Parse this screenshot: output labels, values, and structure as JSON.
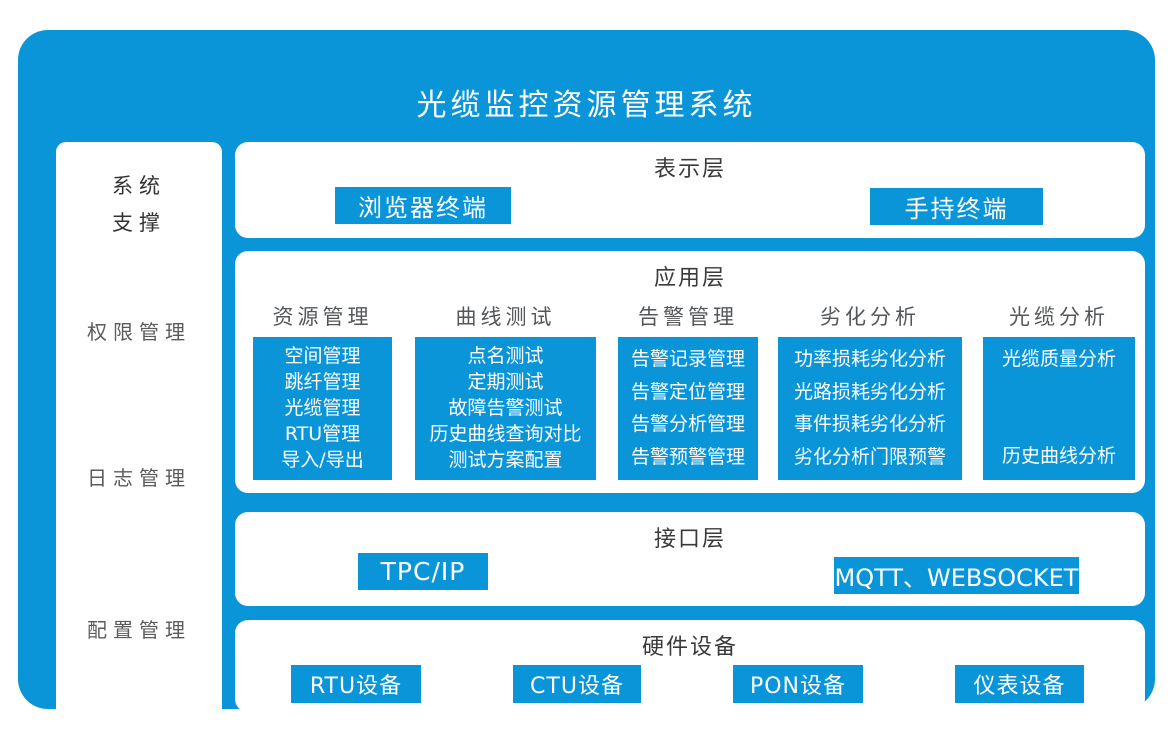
{
  "title": "光缆监控资源管理系统",
  "colors": {
    "accent": "#0a95d9",
    "panel_bg": "#ffffff",
    "title_text": "#ffffff",
    "dark_text": "#3a3a3a",
    "gray_text": "#5b5b5b"
  },
  "sidebar": {
    "heading": "系统\n支撑",
    "items": [
      {
        "label": "权限管理"
      },
      {
        "label": "日志管理"
      },
      {
        "label": "配置管理"
      }
    ]
  },
  "layers": {
    "presentation": {
      "title": "表示层",
      "buttons": [
        {
          "label": "浏览器终端"
        },
        {
          "label": "手持终端"
        }
      ]
    },
    "application": {
      "title": "应用层",
      "columns": [
        {
          "header": "资源管理",
          "items": [
            "空间管理",
            "跳纤管理",
            "光缆管理",
            "RTU管理",
            "导入/导出"
          ]
        },
        {
          "header": "曲线测试",
          "items": [
            "点名测试",
            "定期测试",
            "故障告警测试",
            "历史曲线查询对比",
            "测试方案配置"
          ]
        },
        {
          "header": "告警管理",
          "items": [
            "告警记录管理",
            "告警定位管理",
            "告警分析管理",
            "告警预警管理"
          ]
        },
        {
          "header": "劣化分析",
          "items": [
            "功率损耗劣化分析",
            "光路损耗劣化分析",
            "事件损耗劣化分析",
            "劣化分析门限预警"
          ]
        },
        {
          "header": "光缆分析",
          "items": [
            "光缆质量分析",
            "历史曲线分析"
          ]
        }
      ]
    },
    "interface": {
      "title": "接口层",
      "buttons": [
        {
          "label": "TPC/IP"
        },
        {
          "label": "MQTT、WEBSOCKET"
        }
      ]
    },
    "hardware": {
      "title": "硬件设备",
      "buttons": [
        {
          "label": "RTU设备"
        },
        {
          "label": "CTU设备"
        },
        {
          "label": "PON设备"
        },
        {
          "label": "仪表设备"
        }
      ]
    }
  }
}
